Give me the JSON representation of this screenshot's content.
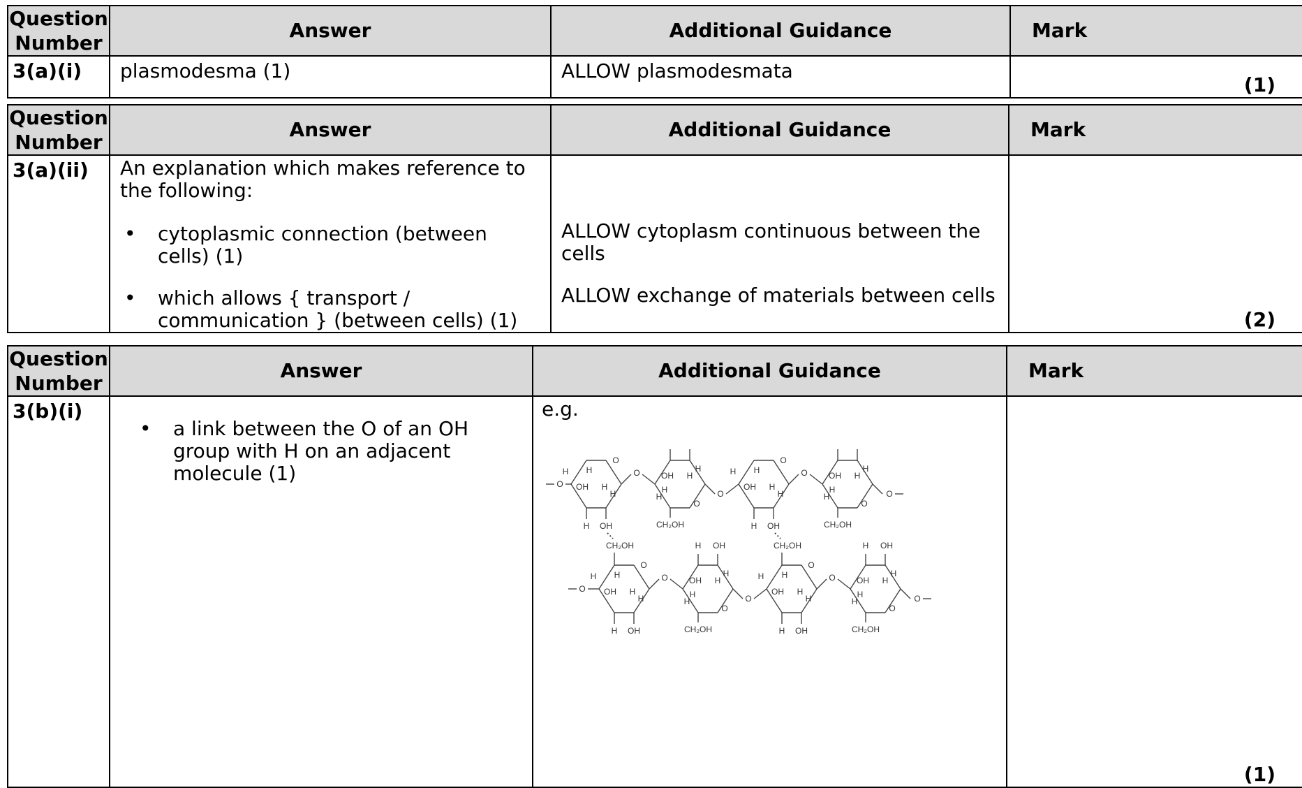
{
  "headers": {
    "question_number": "Question Number",
    "answer": "Answer",
    "additional_guidance": "Additional Guidance",
    "mark": "Mark"
  },
  "rows": [
    {
      "question": "3(a)(i)",
      "answer": "plasmodesma (1)",
      "guidance": "ALLOW plasmodesmata",
      "mark": "(1)"
    },
    {
      "question": "3(a)(ii)",
      "answer_intro": "An explanation which makes reference to the following:",
      "bullets": [
        "cytoplasmic connection (between cells) (1)",
        "which allows { transport / communication } (between cells) (1)"
      ],
      "guidance_lines": [
        "ALLOW cytoplasm continuous between the cells",
        "ALLOW exchange of materials between cells"
      ],
      "mark": "(2)"
    },
    {
      "question": "3(b)(i)",
      "bullets": [
        "a link between the O of an OH group with H on an adjacent molecule (1)"
      ],
      "guidance_prefix": "e.g.",
      "mark": "(1)",
      "diagram": {
        "ring_oxygen": "O",
        "hydrogen": "H",
        "hydroxyl": "OH",
        "side_group": "CH₂OH"
      }
    }
  ],
  "bullet_symbol": "•"
}
